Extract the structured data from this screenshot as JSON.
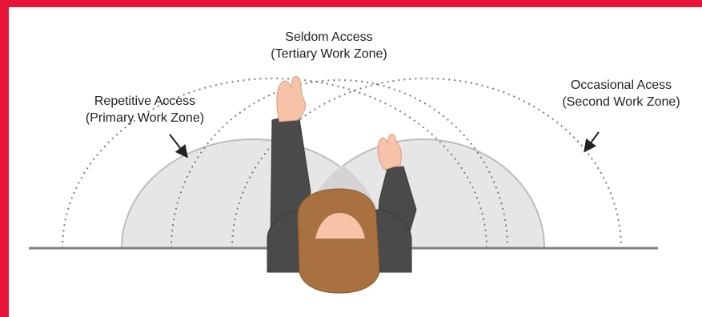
{
  "colors": {
    "frame": "#e8153a",
    "background": "#ffffff",
    "zone_fill": "#e6e6e6",
    "zone_stroke": "#bdbdbd",
    "table_line": "#808080",
    "dotted": "#7a7a7a",
    "sleeve": "#4a4a4a",
    "skin": "#f6c3a9",
    "hair": "#a9713f"
  },
  "labels": {
    "seldom": {
      "line1": "Seldom Access",
      "line2": "(Tertiary Work Zone)"
    },
    "repetitive": {
      "line1": "Repetitive Access",
      "line2": "(Primary Work Zone)"
    },
    "occasional": {
      "line1": "Occasional Acess",
      "line2": "(Second Work Zone)"
    }
  },
  "icons": {
    "repetitive_pointer": "arrow-down-right-icon",
    "occasional_pointer": "arrow-down-left-icon"
  }
}
